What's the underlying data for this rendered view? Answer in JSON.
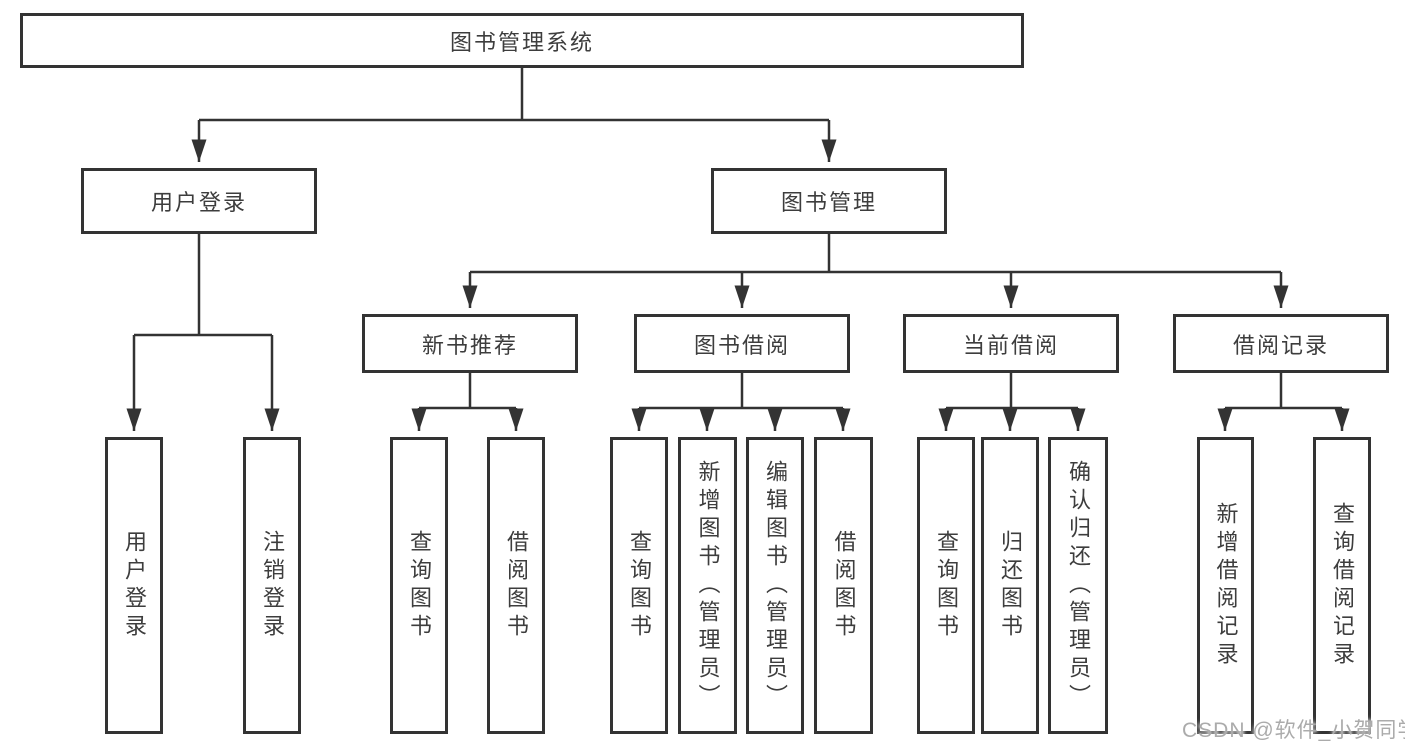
{
  "diagram": {
    "title": "图书管理系统",
    "colors": {
      "line": "#333333",
      "border": "#333333",
      "text": "#3d3d3d",
      "background": "#ffffff",
      "watermark": "#ababab"
    },
    "root": {
      "label": "图书管理系统"
    },
    "level2": [
      {
        "label": "用户登录"
      },
      {
        "label": "图书管理"
      }
    ],
    "level3": [
      {
        "label": "新书推荐"
      },
      {
        "label": "图书借阅"
      },
      {
        "label": "当前借阅"
      },
      {
        "label": "借阅记录"
      }
    ],
    "leaves": {
      "login": [
        {
          "label": "用户登录"
        },
        {
          "label": "注销登录"
        }
      ],
      "rec": [
        {
          "label": "查询图书"
        },
        {
          "label": "借阅图书"
        }
      ],
      "borrow": [
        {
          "label": "查询图书"
        },
        {
          "label": "新增图书（管理员）"
        },
        {
          "label": "编辑图书（管理员）"
        },
        {
          "label": "借阅图书"
        }
      ],
      "current": [
        {
          "label": "查询图书"
        },
        {
          "label": "归还图书"
        },
        {
          "label": "确认归还（管理员）"
        }
      ],
      "records": [
        {
          "label": "新增借阅记录"
        },
        {
          "label": "查询借阅记录"
        }
      ]
    },
    "watermark": "CSDN @软件_小贺同学"
  }
}
